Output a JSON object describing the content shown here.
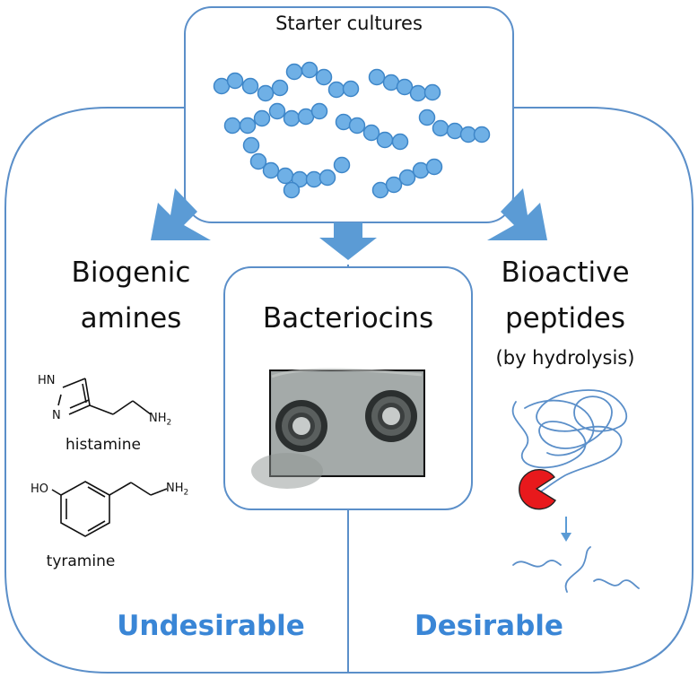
{
  "top": {
    "title": "Starter cultures"
  },
  "left": {
    "line1": "Biogenic",
    "line2": "amines",
    "verdict": "Undesirable"
  },
  "center": {
    "title": "Bacteriocins"
  },
  "right": {
    "line1": "Bioactive",
    "line2": "peptides",
    "note": "(by hydrolysis)",
    "verdict": "Desirable"
  },
  "molecules": {
    "histamine": {
      "name": "histamine",
      "atom_nh": "HN",
      "atom_n": "N",
      "atom_nh2": "NH2"
    },
    "tyramine": {
      "name": "tyramine",
      "atom_ho": "HO",
      "atom_nh2": "NH2"
    }
  },
  "colors": {
    "frame_stroke": "#5b8fc9",
    "arrow_fill": "#5b9bd5",
    "cell_fill": "#6fb0e6",
    "cell_stroke": "#3e86c8",
    "verdict_text": "#3a86d6",
    "enzyme_fill": "#e8191c",
    "peptide_stroke": "#5b8fc9"
  }
}
